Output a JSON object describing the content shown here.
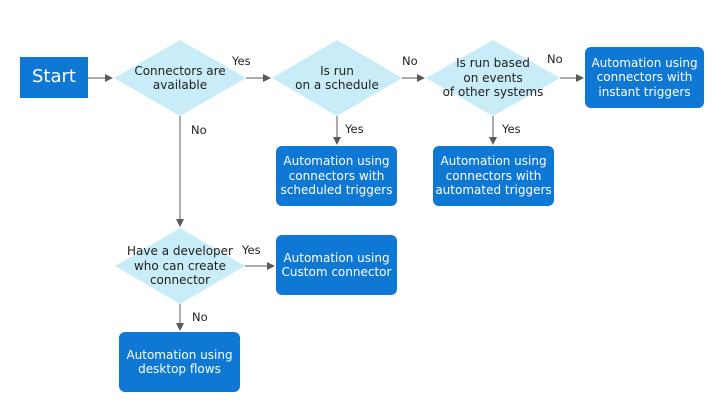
{
  "colors": {
    "start_fill": "#0f78d4",
    "outcome_fill": "#0f78d4",
    "decision_fill": "#c8ecf8",
    "connector": "#5a5a5a"
  },
  "nodes": {
    "start": "Start",
    "connectors_available": "Connectors  are\navailable",
    "run_on_schedule": "Is run\non a schedule",
    "run_on_events": "Is run based\non events\nof other systems",
    "developer_available": "Have a developer\nwho can create\nconnector",
    "instant_triggers": "Automation using\nconnectors  with\ninstant triggers",
    "scheduled_triggers": "Automation using\nconnectors  with\nscheduled triggers",
    "automated_triggers": "Automation using\nconnectors  with\nautomated triggers",
    "custom_connector": "Automation using\nCustom connector",
    "desktop_flows": "Automation using\ndesktop  flows"
  },
  "edge_labels": {
    "connectors_yes": "Yes",
    "connectors_no": "No",
    "schedule_yes": "Yes",
    "schedule_no": "No",
    "events_yes": "Yes",
    "events_no": "No",
    "developer_yes": "Yes",
    "developer_no": "No"
  }
}
